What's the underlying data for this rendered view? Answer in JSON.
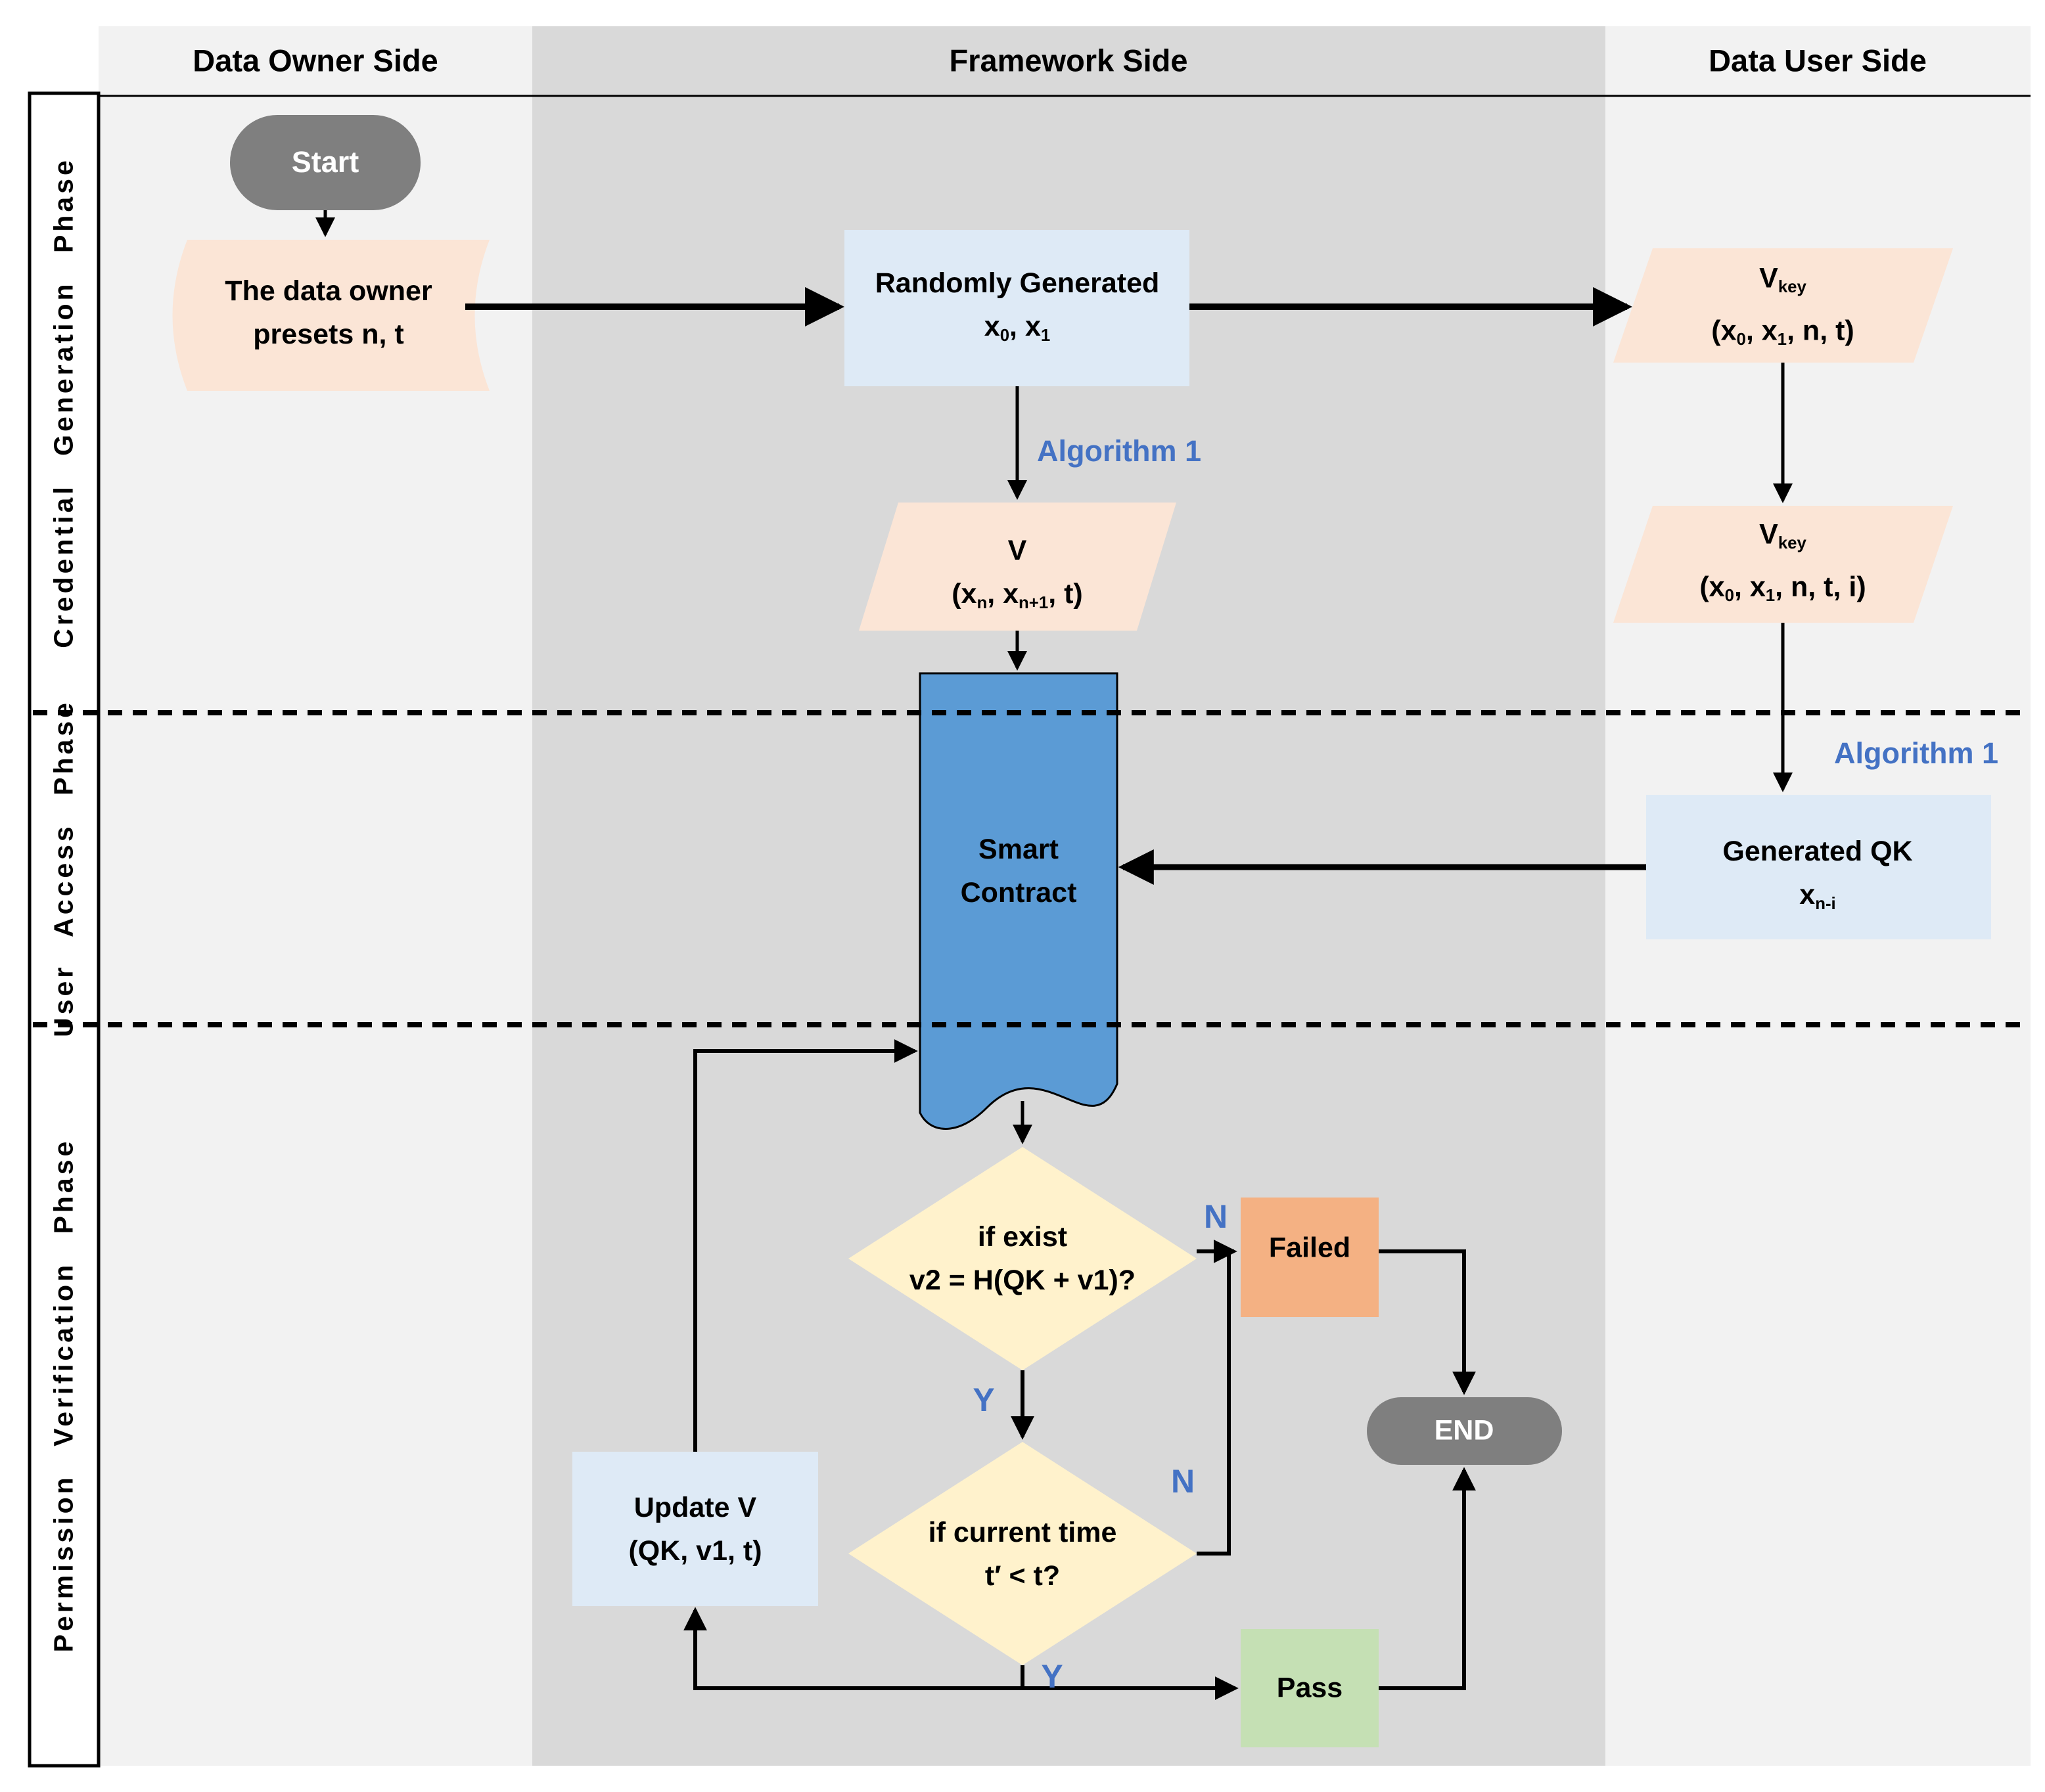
{
  "colors": {
    "accent_blue": "#4472C4",
    "column_light": "#F2F2F2",
    "column_dark": "#D9D9D9",
    "peach": "#FBE5D6",
    "light_blue": "#DEEAF6",
    "contract_blue": "#5B9BD5",
    "decision_yellow": "#FFF2CC",
    "failed_orange": "#F4B183",
    "pass_green": "#C5E0B4",
    "terminal_gray": "#7F7F7F",
    "line_black": "#000000"
  },
  "columns": {
    "owner": "Data Owner Side",
    "framework": "Framework Side",
    "user": "Data User Side"
  },
  "phases": {
    "credential": "Credential Generation Phase",
    "access": "User Access Phase",
    "verification": "Permission Verification Phase"
  },
  "nodes": {
    "start": {
      "label": "Start"
    },
    "owner_presets": {
      "line1": "The data owner",
      "line2": "presets n, t"
    },
    "randomly_generated": {
      "line1": "Randomly Generated",
      "rich2": [
        {
          "t": "x"
        },
        {
          "s": "0"
        },
        {
          "t": ", x"
        },
        {
          "s": "1"
        }
      ]
    },
    "vkey_credential": {
      "rich1": [
        {
          "t": "V"
        },
        {
          "s": "key"
        }
      ],
      "rich2": [
        {
          "t": "(x"
        },
        {
          "s": "0"
        },
        {
          "t": ", x"
        },
        {
          "s": "1"
        },
        {
          "t": ", n, t)"
        }
      ]
    },
    "vkey_user": {
      "rich1": [
        {
          "t": "V"
        },
        {
          "s": "key"
        }
      ],
      "rich2": [
        {
          "t": "(x"
        },
        {
          "s": "0"
        },
        {
          "t": ", x"
        },
        {
          "s": "1"
        },
        {
          "t": ", n, t, i)"
        }
      ]
    },
    "v_credential": {
      "line1": "V",
      "rich2": [
        {
          "t": "(x"
        },
        {
          "s": "n"
        },
        {
          "t": ", x"
        },
        {
          "s": "n+1"
        },
        {
          "t": ", t)"
        }
      ]
    },
    "smart_contract": {
      "line1": "Smart",
      "line2": "Contract"
    },
    "generated_qk": {
      "line1": "Generated QK",
      "rich2": [
        {
          "t": "x"
        },
        {
          "s": "n-i"
        }
      ]
    },
    "decision_exist": {
      "line1": "if exist",
      "line2": "v2 = H(QK + v1)?"
    },
    "decision_time": {
      "line1": "if current time",
      "line2": "t′ < t?"
    },
    "update_v": {
      "line1": "Update V",
      "line2": "(QK, v1, t)"
    },
    "failed": {
      "label": "Failed"
    },
    "pass": {
      "label": "Pass"
    },
    "end": {
      "label": "END"
    }
  },
  "edge_labels": {
    "algorithm1_framework": "Algorithm 1",
    "algorithm1_user": "Algorithm 1",
    "n_exist": "N",
    "y_exist": "Y",
    "n_time": "N",
    "y_time": "Y"
  }
}
